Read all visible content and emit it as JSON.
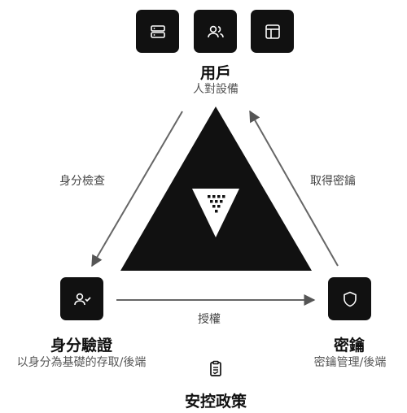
{
  "nodes": {
    "users": {
      "title": "用戶",
      "subtitle": "人對設備"
    },
    "identity": {
      "title": "身分驗證",
      "subtitle": "以身分為基礎的存取/後端"
    },
    "secrets": {
      "title": "密鑰",
      "subtitle": "密鑰管理/後端"
    }
  },
  "edges": {
    "left": "身分檢查",
    "right": "取得密鑰",
    "bottom": "授權"
  },
  "policy": {
    "title": "安控政策"
  },
  "icons": {
    "top_row": [
      "server-icon",
      "users-icon",
      "layout-icon"
    ],
    "identity": "user-check-icon",
    "secrets": "shield-icon",
    "center": "vault-logo-icon",
    "policy": "policy-document-icon"
  },
  "colors": {
    "tile": "#111111",
    "arrow": "#666666",
    "subtitle": "#555555"
  }
}
